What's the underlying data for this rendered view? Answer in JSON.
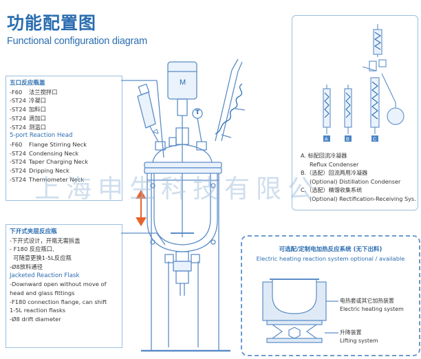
{
  "title": {
    "zh": "功能配置图",
    "en": "Functional configuration diagram"
  },
  "head_box": {
    "title_zh": "五口反应瓶盖",
    "items_zh": [
      {
        "code": "-F60",
        "text": "法兰搅拌口"
      },
      {
        "code": "-ST24",
        "text": "冷凝口"
      },
      {
        "code": "-ST24",
        "text": "加料口"
      },
      {
        "code": "-ST24",
        "text": "滴加口"
      },
      {
        "code": "-ST24",
        "text": "测温口"
      }
    ],
    "title_en": "5-port Reaction Head",
    "items_en": [
      {
        "code": "-F60",
        "text": "Flange Stirring Neck"
      },
      {
        "code": "-ST24",
        "text": "Condensing Neck"
      },
      {
        "code": "-ST24",
        "text": "Taper Charging Neck"
      },
      {
        "code": "-ST24",
        "text": "Dripping Neck"
      },
      {
        "code": "-ST24",
        "text": "Thermometer Neck"
      }
    ]
  },
  "flask_box": {
    "title_zh": "下开式夹层反应瓶",
    "lines_zh": [
      "-下开式设计，开瓶无需拆盖",
      "- F180 反应瓶口,",
      "  可随意更换1-5L反应瓶",
      "-Ø8放料通径"
    ],
    "title_en": "Jacketed Reaction Flask",
    "lines_en": [
      "-Downward open without move of",
      "head and glass fittings",
      "-F180 connection flange, can shift",
      "1-5L reaction flasks",
      "-Ø8 drift diameter"
    ]
  },
  "motor_label": "M",
  "thermometer_label": "T",
  "optional_box": {
    "badges": [
      "A",
      "B",
      "C"
    ],
    "lines": [
      "A. 标配回流冷凝器",
      "Reflux Condenser",
      "B.（选配）回流两用冷凝器",
      "(Optional) Distillation Condenser",
      "C.（选配）精馏收集系统",
      "(Optional) Rectification-Receiving Sys."
    ]
  },
  "heating_box": {
    "title_zh": "可选配/定制电加热反应系统 (无下出料)",
    "title_en": "Electric heating reaction system optional / available",
    "heater_zh": "电热套或其它加热装置",
    "heater_en": "Electric heating system",
    "lift_zh": "升降装置",
    "lift_en": "Lifting system"
  },
  "watermark": "上海申生科技有限公",
  "colors": {
    "accent": "#2a6db0",
    "line": "#5a8cc8",
    "arrow": "#e8622a"
  }
}
